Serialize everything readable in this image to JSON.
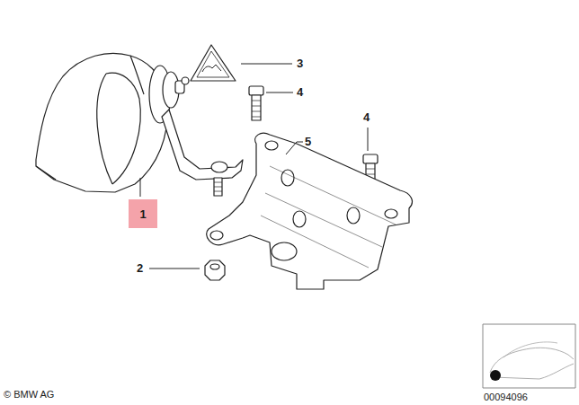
{
  "diagram": {
    "nodes": [
      {
        "text": [
          "1"
        ]
      }
    ],
    "labels": [
      "3",
      "4",
      "5",
      "4",
      "2",
      "© BMW AG",
      "00094096"
    ]
  }
}
